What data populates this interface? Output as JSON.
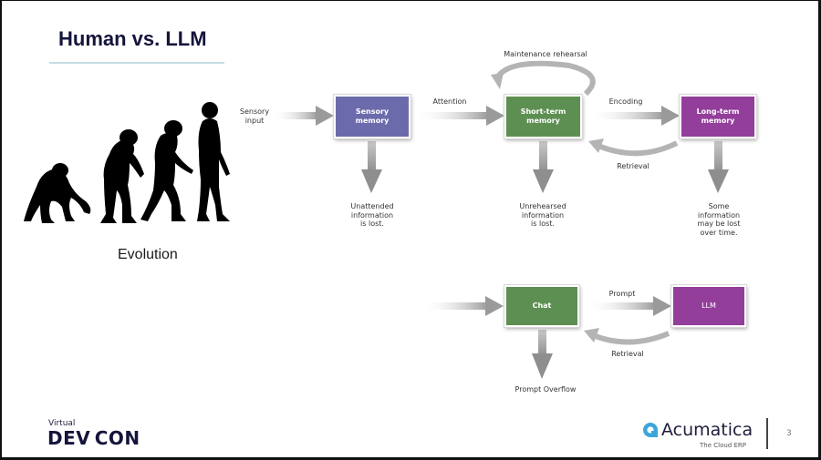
{
  "slide": {
    "title": "Human vs. LLM",
    "page_number": "3"
  },
  "evolution": {
    "label": "Evolution",
    "icon": "human-evolution-silhouette"
  },
  "human_memory_model": {
    "input_label": "Sensory\ninput",
    "boxes": {
      "sensory": {
        "label": "Sensory\nmemory",
        "color": "#6b6bab"
      },
      "short_term": {
        "label": "Short-term\nmemory",
        "color": "#5e8f52"
      },
      "long_term": {
        "label": "Long-term\nmemory",
        "color": "#933e9a"
      }
    },
    "edges": {
      "attention": "Attention",
      "encoding": "Encoding",
      "retrieval": "Retrieval",
      "maintenance": "Maintenance rehearsal"
    },
    "losses": {
      "sensory": "Unattended\ninformation\nis lost.",
      "short_term": "Unrehearsed\ninformation\nis lost.",
      "long_term": "Some\ninformation\nmay be lost\nover time."
    }
  },
  "llm_model": {
    "boxes": {
      "chat": {
        "label": "Chat",
        "color": "#5e8f52"
      },
      "llm": {
        "label": "LLM",
        "color": "#933e9a"
      }
    },
    "edges": {
      "prompt": "Prompt",
      "retrieval": "Retrieval"
    },
    "loss": "Prompt Overflow"
  },
  "footer": {
    "event_small": "Virtual",
    "event_name": "DEV CON",
    "brand_name": "Acumatica",
    "brand_tagline": "The Cloud ERP",
    "brand_color": "#3da5d9"
  }
}
